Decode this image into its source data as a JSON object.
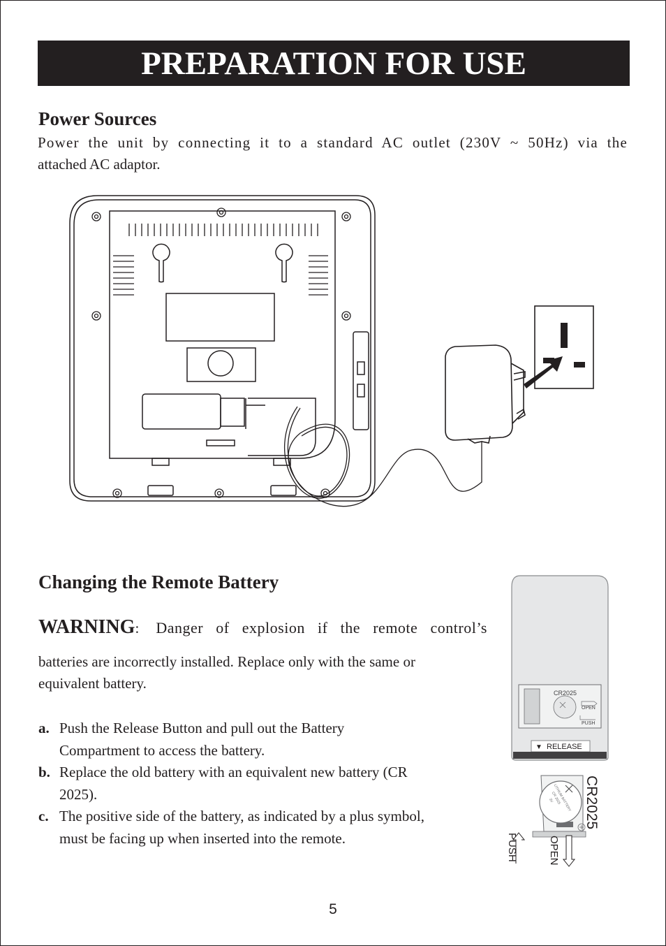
{
  "header": {
    "title": "PREPARATION FOR USE"
  },
  "power": {
    "heading": "Power Sources",
    "text_line1": "Power the unit by connecting it to a standard AC outlet (230V ~ 50Hz) via the",
    "text_line2": "attached AC adaptor."
  },
  "battery": {
    "heading": "Changing the Remote Battery",
    "warning_label": "WARNING",
    "warning_colon": ":",
    "warning_line1": "Danger of explosion if the remote control’s",
    "warning_line2": "batteries are incorrectly installed. Replace only with the same or",
    "warning_line3": "equivalent battery.",
    "steps": [
      {
        "label": "a.",
        "line1": "Push the Release Button and pull out the Battery",
        "line2": "Compartment to access the battery."
      },
      {
        "label": "b.",
        "line1": "Replace the old battery with an equivalent new battery (CR",
        "line2": "2025)."
      },
      {
        "label": "c.",
        "line1": "The positive side of the battery, as indicated by a plus symbol,",
        "line2": "must be facing up when inserted into the remote."
      }
    ]
  },
  "remote_figure": {
    "battery_model": "CR2025",
    "open_label": "OPEN",
    "push_label": "PUSH",
    "release_label": "RELEASE",
    "release_arrow": "▼",
    "battery_print_1": "LITHIUM BATTERY",
    "battery_print_2": "CR 2025",
    "battery_print_3": "3V"
  },
  "footer": {
    "page_number": "5"
  }
}
